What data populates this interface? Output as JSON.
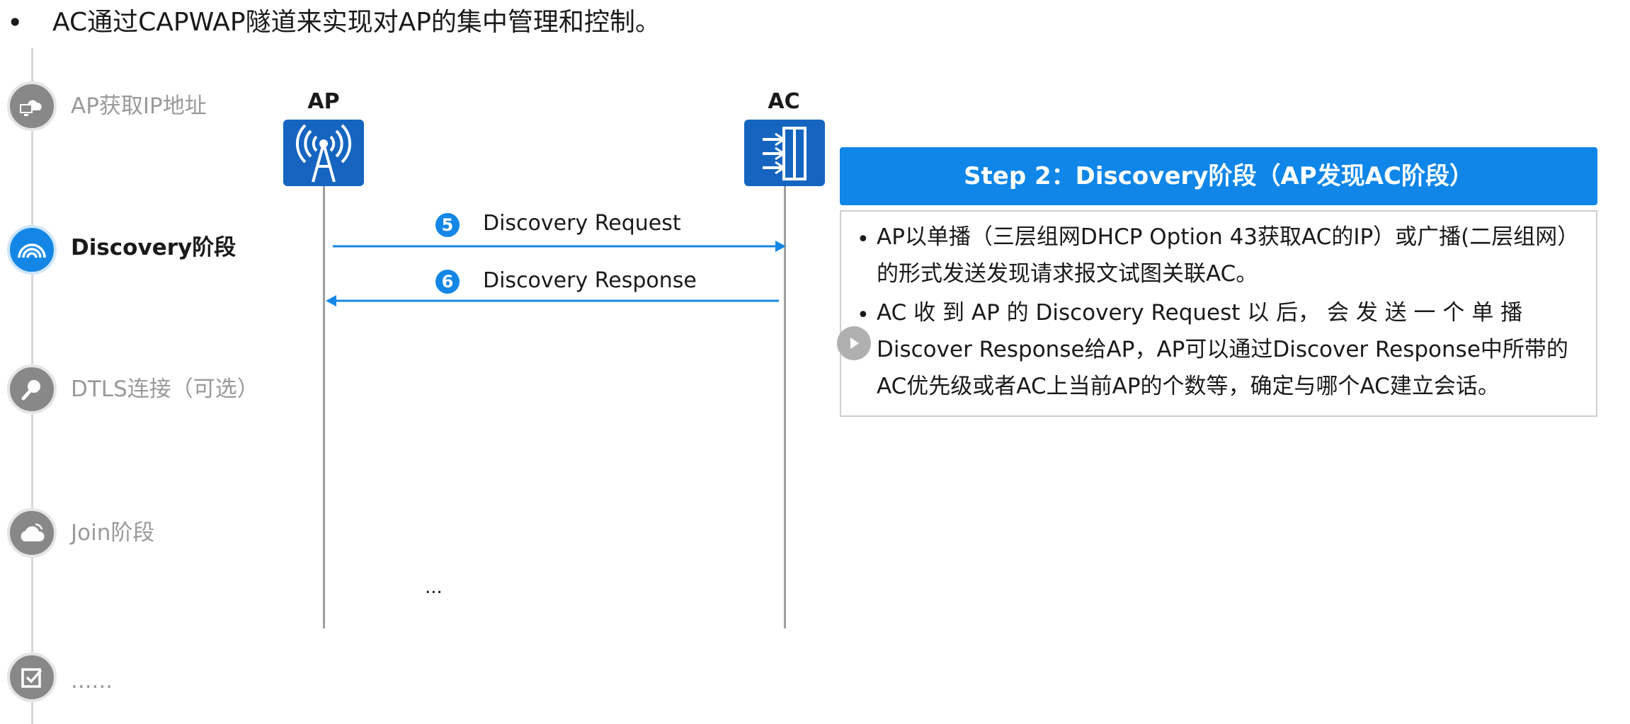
{
  "header": {
    "bullet": "•",
    "text": "AC通过CAPWAP隧道来实现对AP的集中管理和控制。"
  },
  "timeline": {
    "steps": [
      {
        "label": "AP获取IP地址",
        "icon": "computer-cloud-icon",
        "active": false
      },
      {
        "label": "Discovery阶段",
        "icon": "rainbow-icon",
        "active": true
      },
      {
        "label": "DTLS连接（可选）",
        "icon": "magnifier-icon",
        "active": false
      },
      {
        "label": "Join阶段",
        "icon": "cloud-icon",
        "active": false
      },
      {
        "label": "......",
        "icon": "checkbox-icon",
        "active": false
      }
    ]
  },
  "diagram": {
    "ap_label": "AP",
    "ac_label": "AC",
    "ap_icon": "wireless-ap-icon",
    "ac_icon": "access-controller-icon",
    "messages": [
      {
        "num": "5",
        "label": "Discovery Request",
        "direction": "AP->AC"
      },
      {
        "num": "6",
        "label": "Discovery Response",
        "direction": "AC->AP"
      }
    ],
    "ellipsis": "..."
  },
  "panel": {
    "title": "Step 2：Discovery阶段（AP发现AC阶段）",
    "bullets": [
      "AP以单播（三层组网DHCP Option 43获取AC的IP）或广播(二层组网）的形式发送发现请求报文试图关联AC。",
      "AC 收 到 AP 的 Discovery  Request 以 后， 会 发 送 一 个 单 播 Discover Response给AP，AP可以通过Discover Response中所带的AC优先级或者AC上当前AP的个数等，确定与哪个AC建立会话。"
    ]
  },
  "colors": {
    "accent": "#1487e6",
    "device": "#1565c0",
    "inactive": "#888888"
  }
}
